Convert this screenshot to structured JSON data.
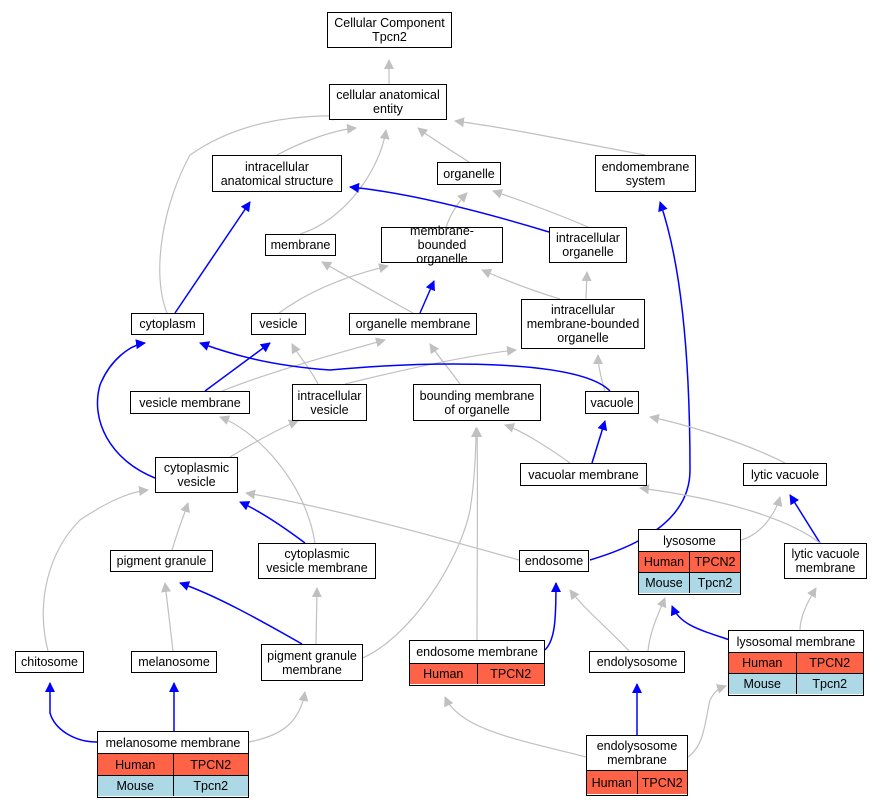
{
  "colors": {
    "gray_edge": "#c0c0c0",
    "blue_edge": "#0000ff",
    "human_fill": "#ff6347",
    "mouse_fill": "#add8e6"
  },
  "nodes": {
    "root": {
      "label": "Cellular Component\nTpcn2"
    },
    "cae": {
      "label": "cellular anatomical\nentity"
    },
    "ias": {
      "label": "intracellular\nanatomical structure"
    },
    "organelle": {
      "label": "organelle"
    },
    "endosys": {
      "label": "endomembrane\nsystem"
    },
    "membrane": {
      "label": "membrane"
    },
    "mbo": {
      "label": "membrane-bounded\norganelle"
    },
    "io": {
      "label": "intracellular\norganelle"
    },
    "cytoplasm": {
      "label": "cytoplasm"
    },
    "vesicle": {
      "label": "vesicle"
    },
    "orgmem": {
      "label": "organelle membrane"
    },
    "imbo": {
      "label": "intracellular\nmembrane-bounded\norganelle"
    },
    "vesmem": {
      "label": "vesicle membrane"
    },
    "iv": {
      "label": "intracellular\nvesicle"
    },
    "bmo": {
      "label": "bounding membrane\nof organelle"
    },
    "vacuole": {
      "label": "vacuole"
    },
    "cv": {
      "label": "cytoplasmic\nvesicle"
    },
    "vacmem": {
      "label": "vacuolar membrane"
    },
    "lv": {
      "label": "lytic vacuole"
    },
    "pg": {
      "label": "pigment granule"
    },
    "cvm": {
      "label": "cytoplasmic\nvesicle membrane"
    },
    "endosome": {
      "label": "endosome"
    },
    "lvm": {
      "label": "lytic vacuole\nmembrane"
    },
    "chitosome": {
      "label": "chitosome"
    },
    "melanosome": {
      "label": "melanosome"
    },
    "pgm": {
      "label": "pigment granule\nmembrane"
    },
    "endolyso": {
      "label": "endolysosome"
    }
  },
  "gene_nodes": {
    "lysosome": {
      "label": "lysosome",
      "rows": [
        [
          "Human",
          "TPCN2"
        ],
        [
          "Mouse",
          "Tpcn2"
        ]
      ]
    },
    "endomem": {
      "label": "endosome membrane",
      "rows": [
        [
          "Human",
          "TPCN2"
        ]
      ]
    },
    "lysomem": {
      "label": "lysosomal membrane",
      "rows": [
        [
          "Human",
          "TPCN2"
        ],
        [
          "Mouse",
          "Tpcn2"
        ]
      ]
    },
    "melmem": {
      "label": "melanosome membrane",
      "rows": [
        [
          "Human",
          "TPCN2"
        ],
        [
          "Mouse",
          "Tpcn2"
        ]
      ]
    },
    "elmem": {
      "label": "endolysosome\nmembrane",
      "rows": [
        [
          "Human",
          "TPCN2"
        ]
      ]
    }
  }
}
